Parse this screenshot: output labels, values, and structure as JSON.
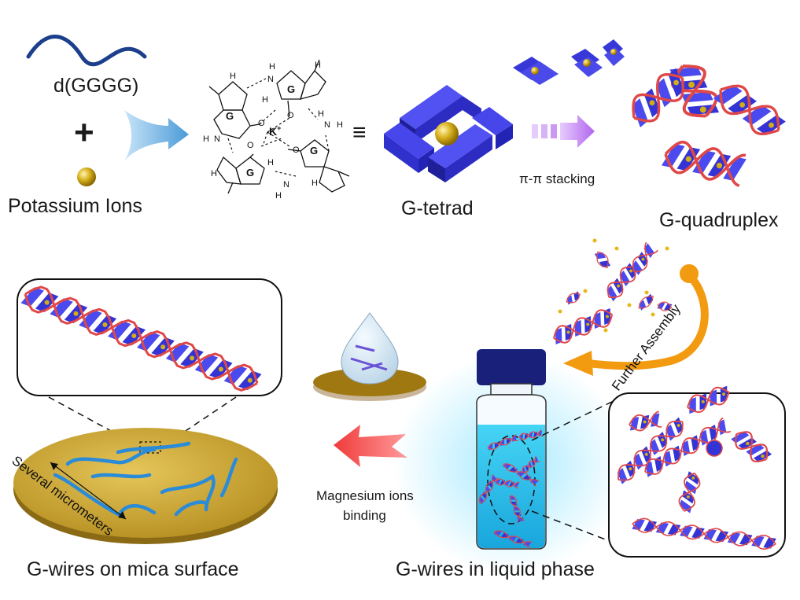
{
  "labels": {
    "dna": "d(GGGG)",
    "plus": "+",
    "potassium": "Potassium Ions",
    "equiv": "≡",
    "g_tetrad": "G-tetrad",
    "stacking": "π-π stacking",
    "g_quadruplex": "G-quadruplex",
    "further_assembly": "Further Assembly",
    "several_micrometers": "Several micrometers",
    "magnesium_binding_1": "Magnesium ions",
    "magnesium_binding_2": "binding",
    "g_wires_mica": "G-wires on mica surface",
    "g_wires_liquid": "G-wires in liquid phase"
  },
  "chemistry": {
    "base_letter": "G",
    "ion_letter": "K",
    "ion_charge": "+",
    "atoms": {
      "H": "H",
      "N": "N",
      "O": "O"
    }
  },
  "colors": {
    "dna_wave": "#1c3f8c",
    "tetrad_blue": "#3a3ae0",
    "potassium_gold": "#d4ac14",
    "backbone_red": "#e04848",
    "stacking_arrow": "#b66ef0",
    "assembly_arrow": "#f29a10",
    "magnesium_arrow": "#f04040",
    "mica": "#c9a22e",
    "vial_liquid": "#2cc0ea",
    "vial_cap": "#18207a"
  }
}
